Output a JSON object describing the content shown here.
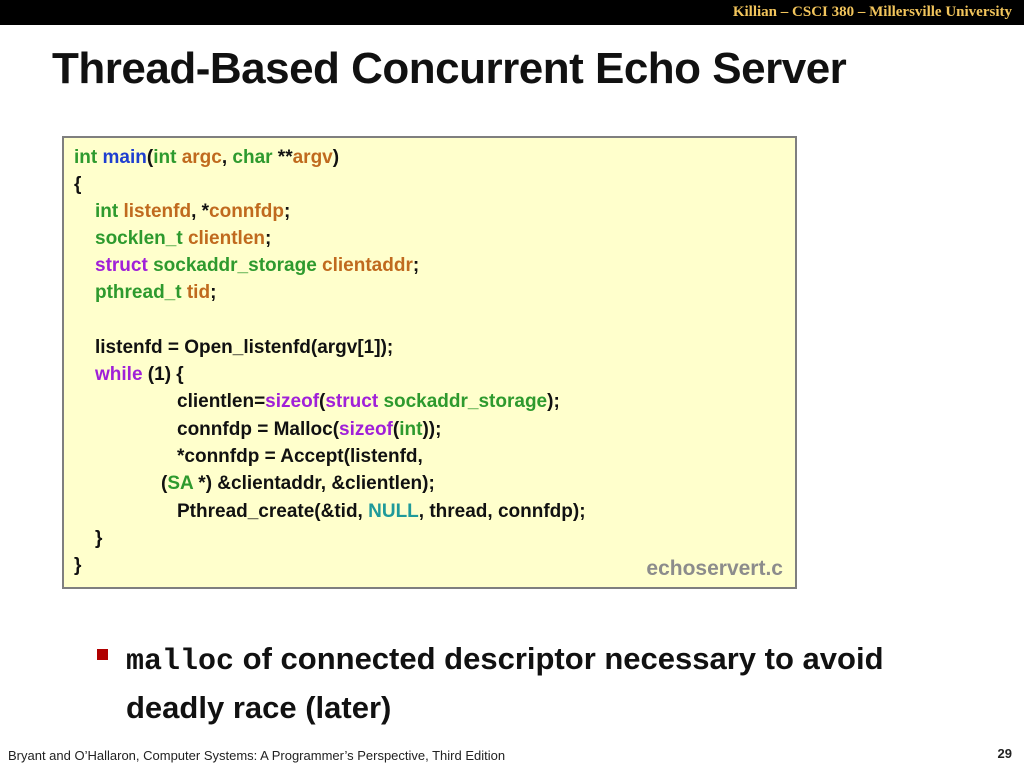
{
  "header": {
    "course_text": "Killian – CSCI 380 – Millersville University"
  },
  "slide": {
    "title": "Thread-Based Concurrent Echo Server"
  },
  "code": {
    "line1": {
      "t1": "int",
      "t2": " ",
      "t3": "main",
      "t4": "(",
      "t5": "int",
      "t6": " ",
      "t7": "argc",
      "t8": ", ",
      "t9": "char",
      "t10": " **",
      "t11": "argv",
      "t12": ")"
    },
    "line2": "{",
    "line3": {
      "t1": "int",
      "t2": " ",
      "t3": "listenfd",
      "t4": ", *",
      "t5": "connfdp",
      "t6": ";"
    },
    "line4": {
      "t1": "socklen_t",
      "t2": " ",
      "t3": "clientlen",
      "t4": ";"
    },
    "line5": {
      "t1": "struct",
      "t2": " ",
      "t3": "sockaddr_storage",
      "t4": " ",
      "t5": "clientaddr",
      "t6": ";"
    },
    "line6": {
      "t1": "pthread_t",
      "t2": " ",
      "t3": "tid",
      "t4": ";"
    },
    "line8": "listenfd = Open_listenfd(argv[1]);",
    "line9": {
      "t1": "while",
      "t2": " (1) {"
    },
    "line10": {
      "t1": "clientlen=",
      "t2": "sizeof",
      "t3": "(",
      "t4": "struct",
      "t5": " ",
      "t6": "sockaddr_storage",
      "t7": ");"
    },
    "line11": {
      "t1": "connfdp = Malloc(",
      "t2": "sizeof",
      "t3": "(",
      "t4": "int",
      "t5": "));"
    },
    "line12": "*connfdp = Accept(listenfd,",
    "line13": {
      "t1": "(",
      "t2": "SA",
      "t3": " *) &clientaddr, &clientlen);"
    },
    "line14": {
      "t1": "Pthread_create(&tid, ",
      "t2": "NULL",
      "t3": ", thread, connfdp);"
    },
    "line15": "}",
    "line16": "}",
    "filename": "echoservert.c"
  },
  "bullet": {
    "code_word": "malloc",
    "text": " of connected descriptor necessary to avoid deadly race (later)"
  },
  "footer": {
    "citation": "Bryant and O’Hallaron, Computer Systems: A Programmer’s Perspective, Third Edition",
    "page_number": "29"
  },
  "colors": {
    "header_bg": "#000000",
    "header_text": "#f2c55c",
    "code_bg": "#ffffcc",
    "keyword_green": "#2e9a2e",
    "keyword_blue": "#1f3fd0",
    "identifier_orange": "#c06a1e",
    "keyword_purple": "#a020d8",
    "constant_teal": "#1f9a9a",
    "bullet_red": "#b00000"
  },
  "icons": {
    "bullet": "square-bullet-icon"
  }
}
